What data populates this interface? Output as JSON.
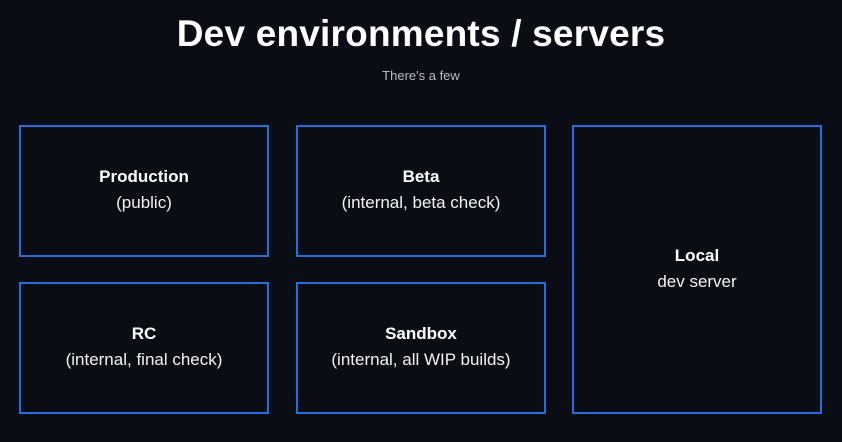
{
  "title": "Dev environments / servers",
  "subtitle": "There's a few",
  "colors": {
    "background": "#0b0d14",
    "border": "#1f6fe0",
    "text": "#ffffff",
    "subtitle": "#b7bdc9"
  },
  "environments": [
    {
      "name": "Production",
      "desc": "(public)"
    },
    {
      "name": "Beta",
      "desc": "(internal, beta check)"
    },
    {
      "name": "RC",
      "desc": "(internal, final check)"
    },
    {
      "name": "Sandbox",
      "desc": "(internal, all WIP builds)"
    },
    {
      "name": "Local",
      "desc": "dev server"
    }
  ]
}
